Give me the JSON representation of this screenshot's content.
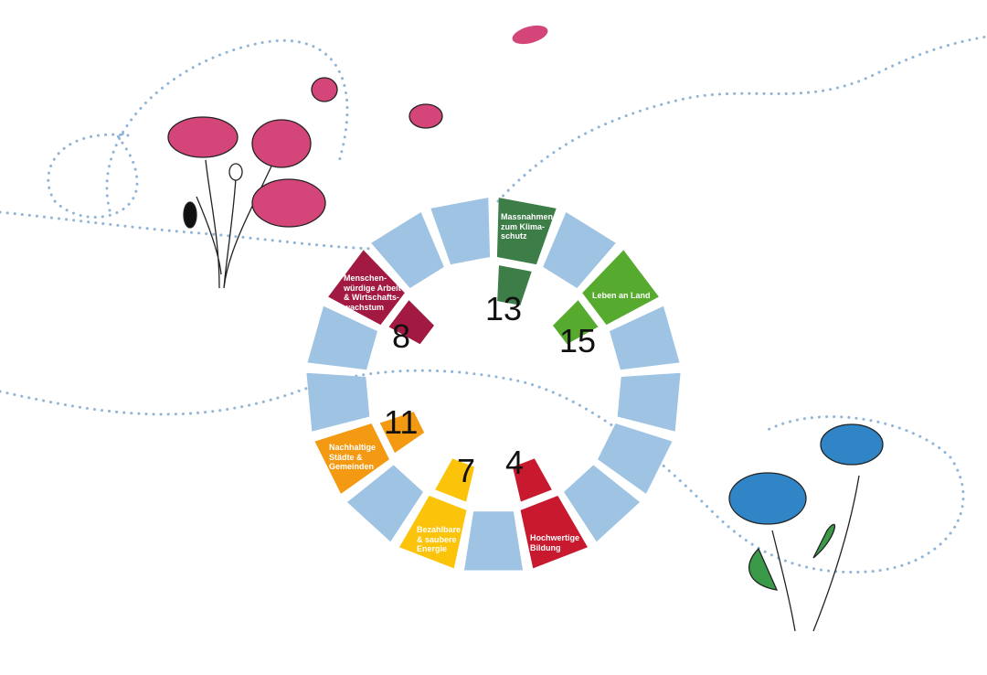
{
  "colors": {
    "inactive": "#9ec3e3",
    "dots": "#8fb4d8"
  },
  "goals": [
    {
      "slot": 0,
      "number": "13",
      "label": "Massnahmen\nzum Klima-\nschutz",
      "color": "#3d7d48"
    },
    {
      "slot": 2,
      "number": "15",
      "label": "Leben an Land",
      "color": "#56ab2f"
    },
    {
      "slot": 7,
      "number": "4",
      "label": "Hochwertige\nBildung",
      "color": "#c8192e"
    },
    {
      "slot": 9,
      "number": "7",
      "label": "Bezahlbare\n& saubere\nEnergie",
      "color": "#fcc30b"
    },
    {
      "slot": 11,
      "number": "11",
      "label": "Nachhaltige\nStädte &\nGemeinden",
      "color": "#f39a12"
    },
    {
      "slot": 14,
      "number": "8",
      "label": "Menschen-\nwürdige Arbeit\n& Wirtschafts-\nwachstum",
      "color": "#a21a42"
    }
  ]
}
